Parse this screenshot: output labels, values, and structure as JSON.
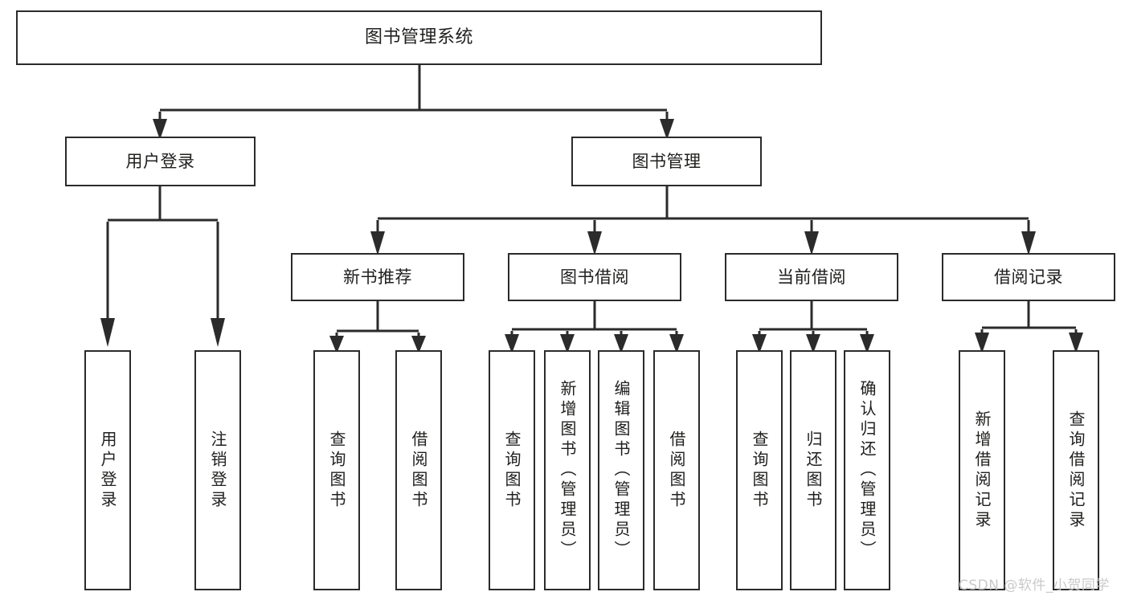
{
  "diagram": {
    "title": "图书管理系统",
    "type": "tree",
    "orientation": "top-down",
    "colors": {
      "box_border": "#2b2b2b",
      "box_fill": "#ffffff",
      "connector": "#2b2b2b",
      "text": "#20201f",
      "watermark": "#c9c9c9",
      "background": "#ffffff"
    }
  },
  "nodes": {
    "root": {
      "label": "图书管理系统",
      "level": 1
    },
    "level2": [
      {
        "id": "user-login",
        "label": "用户登录"
      },
      {
        "id": "book-manage",
        "label": "图书管理"
      }
    ],
    "level3": [
      {
        "id": "new-book-recommend",
        "label": "新书推荐"
      },
      {
        "id": "book-borrow",
        "label": "图书借阅"
      },
      {
        "id": "current-borrow",
        "label": "当前借阅"
      },
      {
        "id": "borrow-record",
        "label": "借阅记录"
      }
    ],
    "leaves": {
      "user-login": [
        {
          "id": "leaf-user-login",
          "label": "用户登录"
        },
        {
          "id": "leaf-logout",
          "label": "注销登录"
        }
      ],
      "new-book-recommend": [
        {
          "id": "leaf-query-book-1",
          "label": "查询图书"
        },
        {
          "id": "leaf-borrow-book-1",
          "label": "借阅图书"
        }
      ],
      "book-borrow": [
        {
          "id": "leaf-query-book-2",
          "label": "查询图书"
        },
        {
          "id": "leaf-add-book",
          "label": "新增图书（管理员）"
        },
        {
          "id": "leaf-edit-book",
          "label": "编辑图书（管理员）"
        },
        {
          "id": "leaf-borrow-book-2",
          "label": "借阅图书"
        }
      ],
      "current-borrow": [
        {
          "id": "leaf-query-book-3",
          "label": "查询图书"
        },
        {
          "id": "leaf-return-book",
          "label": "归还图书"
        },
        {
          "id": "leaf-confirm-return",
          "label": "确认归还（管理员）"
        }
      ],
      "borrow-record": [
        {
          "id": "leaf-add-record",
          "label": "新增借阅记录"
        },
        {
          "id": "leaf-query-record",
          "label": "查询借阅记录"
        }
      ]
    }
  },
  "watermark": {
    "text": "CSDN @软件_小贺同学"
  }
}
